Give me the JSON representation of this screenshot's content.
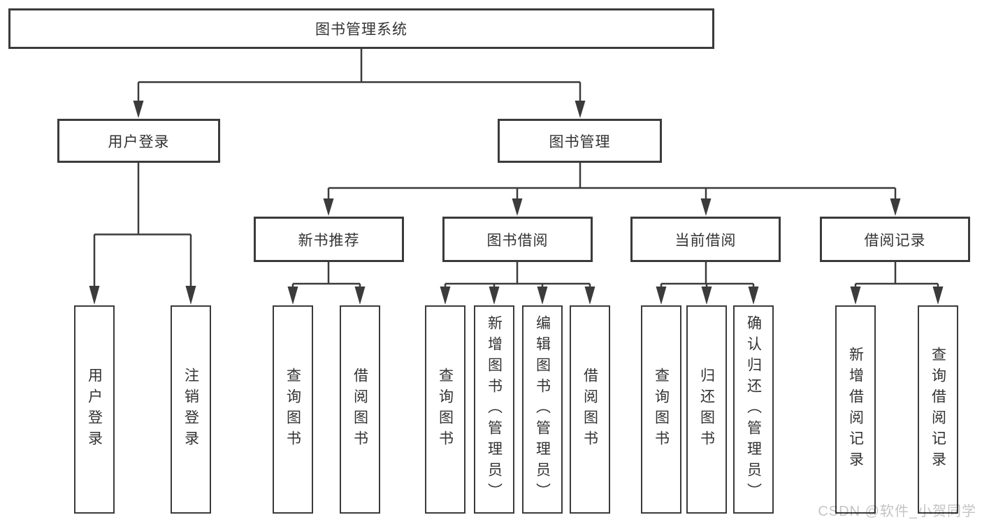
{
  "diagram_title": "图书管理系统",
  "nodes": {
    "root": "图书管理系统",
    "level2": {
      "user_login": "用户登录",
      "book_mgmt": "图书管理"
    },
    "level3": {
      "new_books": "新书推荐",
      "borrowing": "图书借阅",
      "current": "当前借阅",
      "records": "借阅记录"
    },
    "leaves": {
      "user_login": "用户登录",
      "user_logout": "注销登录",
      "newbooks_query": "查询图书",
      "newbooks_borrow": "借阅图书",
      "borrowing_query": "查询图书",
      "borrowing_add_admin": "新增图书（管理员）",
      "borrowing_edit_admin": "编辑图书（管理员）",
      "borrowing_borrow": "借阅图书",
      "current_query": "查询图书",
      "current_return": "归还图书",
      "current_confirm_admin": "确认归还（管理员）",
      "records_add": "新增借阅记录",
      "records_query": "查询借阅记录"
    }
  },
  "watermark": "CSDN @软件_小贺同学",
  "colors": {
    "line": "#3b3b3b",
    "text": "#333333",
    "background": "#ffffff",
    "watermark": "#c4c4c4"
  }
}
